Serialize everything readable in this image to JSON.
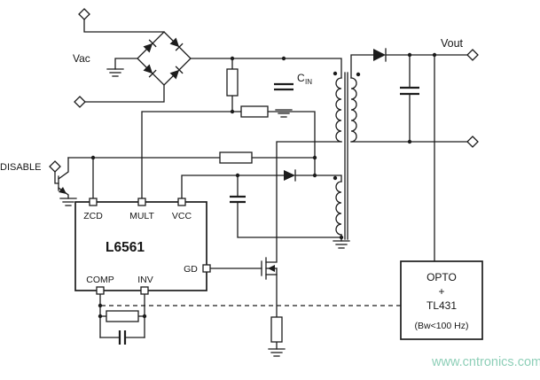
{
  "schematic": {
    "input_labels": {
      "vac": "Vac",
      "disable": "DISABLE"
    },
    "capacitor_cin": {
      "main": "C",
      "sub": "IN"
    },
    "output_label": "Vout",
    "ic": {
      "name": "L6561",
      "pins": {
        "zcd": "ZCD",
        "mult": "MULT",
        "vcc": "VCC",
        "comp": "COMP",
        "inv": "INV",
        "gd": "GD"
      }
    },
    "feedback_block": {
      "line1": "OPTO",
      "line2": "+",
      "line3": "TL431",
      "line4": "(Bw<100 Hz)"
    }
  },
  "watermark": {
    "text": "www.cntronics.com",
    "color": "#8ecfb8"
  },
  "colors": {
    "wire": "#1c1c1c",
    "background": "#ffffff",
    "ic_border": "#1c1c1c"
  }
}
